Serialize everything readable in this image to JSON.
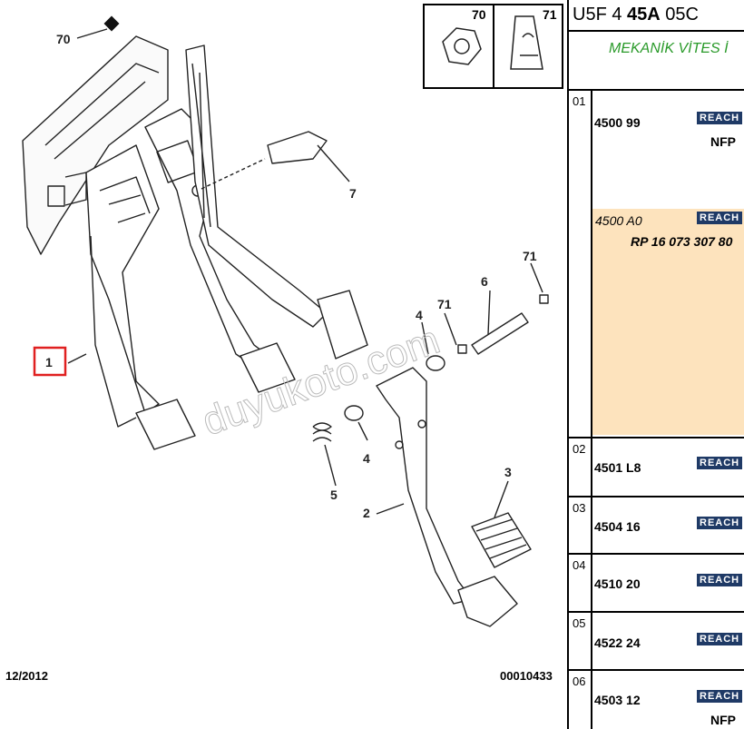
{
  "diagram": {
    "callouts": [
      "70",
      "7",
      "6",
      "71",
      "71",
      "4",
      "4",
      "5",
      "2",
      "3",
      "1"
    ],
    "watermark": "duyukoto.com",
    "date": "12/2012",
    "drawing_number": "00010433",
    "inset": {
      "left_label": "70",
      "right_label": "71"
    }
  },
  "header": {
    "code_a": "U5F 4 ",
    "code_b": "45A",
    "code_c": " 05C",
    "subtitle": "MEKANİK VİTES İ"
  },
  "rows": [
    {
      "index": "01",
      "ref": "4500 99",
      "reach": "REACH",
      "note": "NFP"
    },
    {
      "ref": "4500 A0",
      "reach": "REACH",
      "rp": "RP 16 073 307 80"
    },
    {
      "index": "02",
      "ref": "4501 L8",
      "reach": "REACH"
    },
    {
      "index": "03",
      "ref": "4504 16",
      "reach": "REACH"
    },
    {
      "index": "04",
      "ref": "4510 20",
      "reach": "REACH"
    },
    {
      "index": "05",
      "ref": "4522 24",
      "reach": "REACH"
    },
    {
      "index": "06",
      "ref": "4503 12",
      "reach": "REACH",
      "note": "NFP"
    }
  ],
  "colors": {
    "reach_bg": "#1f3a66",
    "highlight": "#fde3bd",
    "subtitle": "#2a9a2a",
    "callout_box": "#e02020"
  }
}
